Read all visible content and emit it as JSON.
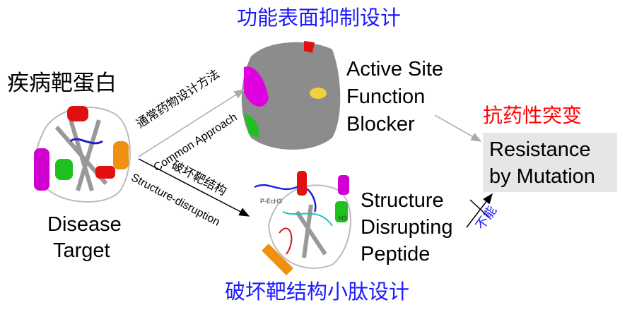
{
  "titles": {
    "top": "功能表面抑制设计",
    "bottom": "破坏靶结构小肽设计"
  },
  "left": {
    "heading_cn": "疾病靶蛋白",
    "label_line1": "Disease",
    "label_line2": "Target"
  },
  "arrows": {
    "upper_cn": "通常药物设计方法",
    "upper_en": "Common Approach",
    "lower_cn": "破坏靶结构",
    "lower_en": "Structure-disruption",
    "cannot_cn": "不能"
  },
  "top_result": {
    "line1": "Active Site",
    "line2": "Function",
    "line3": "Blocker"
  },
  "bottom_result": {
    "line1": "Structure",
    "line2": "Disrupting",
    "line3": "Peptide",
    "peptide_label": "P-EcH3",
    "helix_label": "H3"
  },
  "resistance": {
    "heading_cn": "抗药性突变",
    "line1": "Resistance",
    "line2": "by Mutation"
  },
  "colors": {
    "blue_text": "#1a1aff",
    "red_text": "#ff0000",
    "box_bg": "#e6e6e6"
  }
}
